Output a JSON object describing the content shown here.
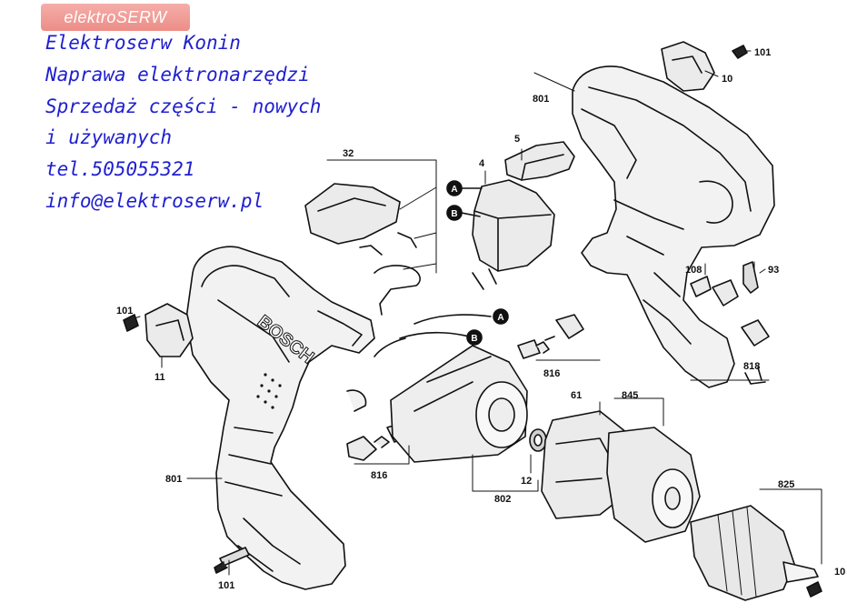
{
  "watermark": "elektroSERW",
  "shop_info": {
    "line1": "Elektroserw Konin",
    "line2": "Naprawa elektronarzędzi",
    "line3": "Sprzedaż części - nowych",
    "line4": "i używanych",
    "phone": "tel.505055321",
    "email": "info@elektroserw.pl"
  },
  "brand_text": "BOSCH",
  "connectors": {
    "a": "A",
    "b": "B"
  },
  "part_labels": {
    "p101_top": "101",
    "p10": "10",
    "p801_top": "801",
    "p5": "5",
    "p4": "4",
    "p32": "32",
    "p108": "108",
    "p93": "93",
    "p818": "818",
    "p101_left": "101",
    "p11": "11",
    "p816_right": "816",
    "p61": "61",
    "p845": "845",
    "p801_left": "801",
    "p816_left": "816",
    "p12": "12",
    "p802": "802",
    "p825": "825",
    "p101_bottom": "101",
    "p10_cut": "10"
  }
}
